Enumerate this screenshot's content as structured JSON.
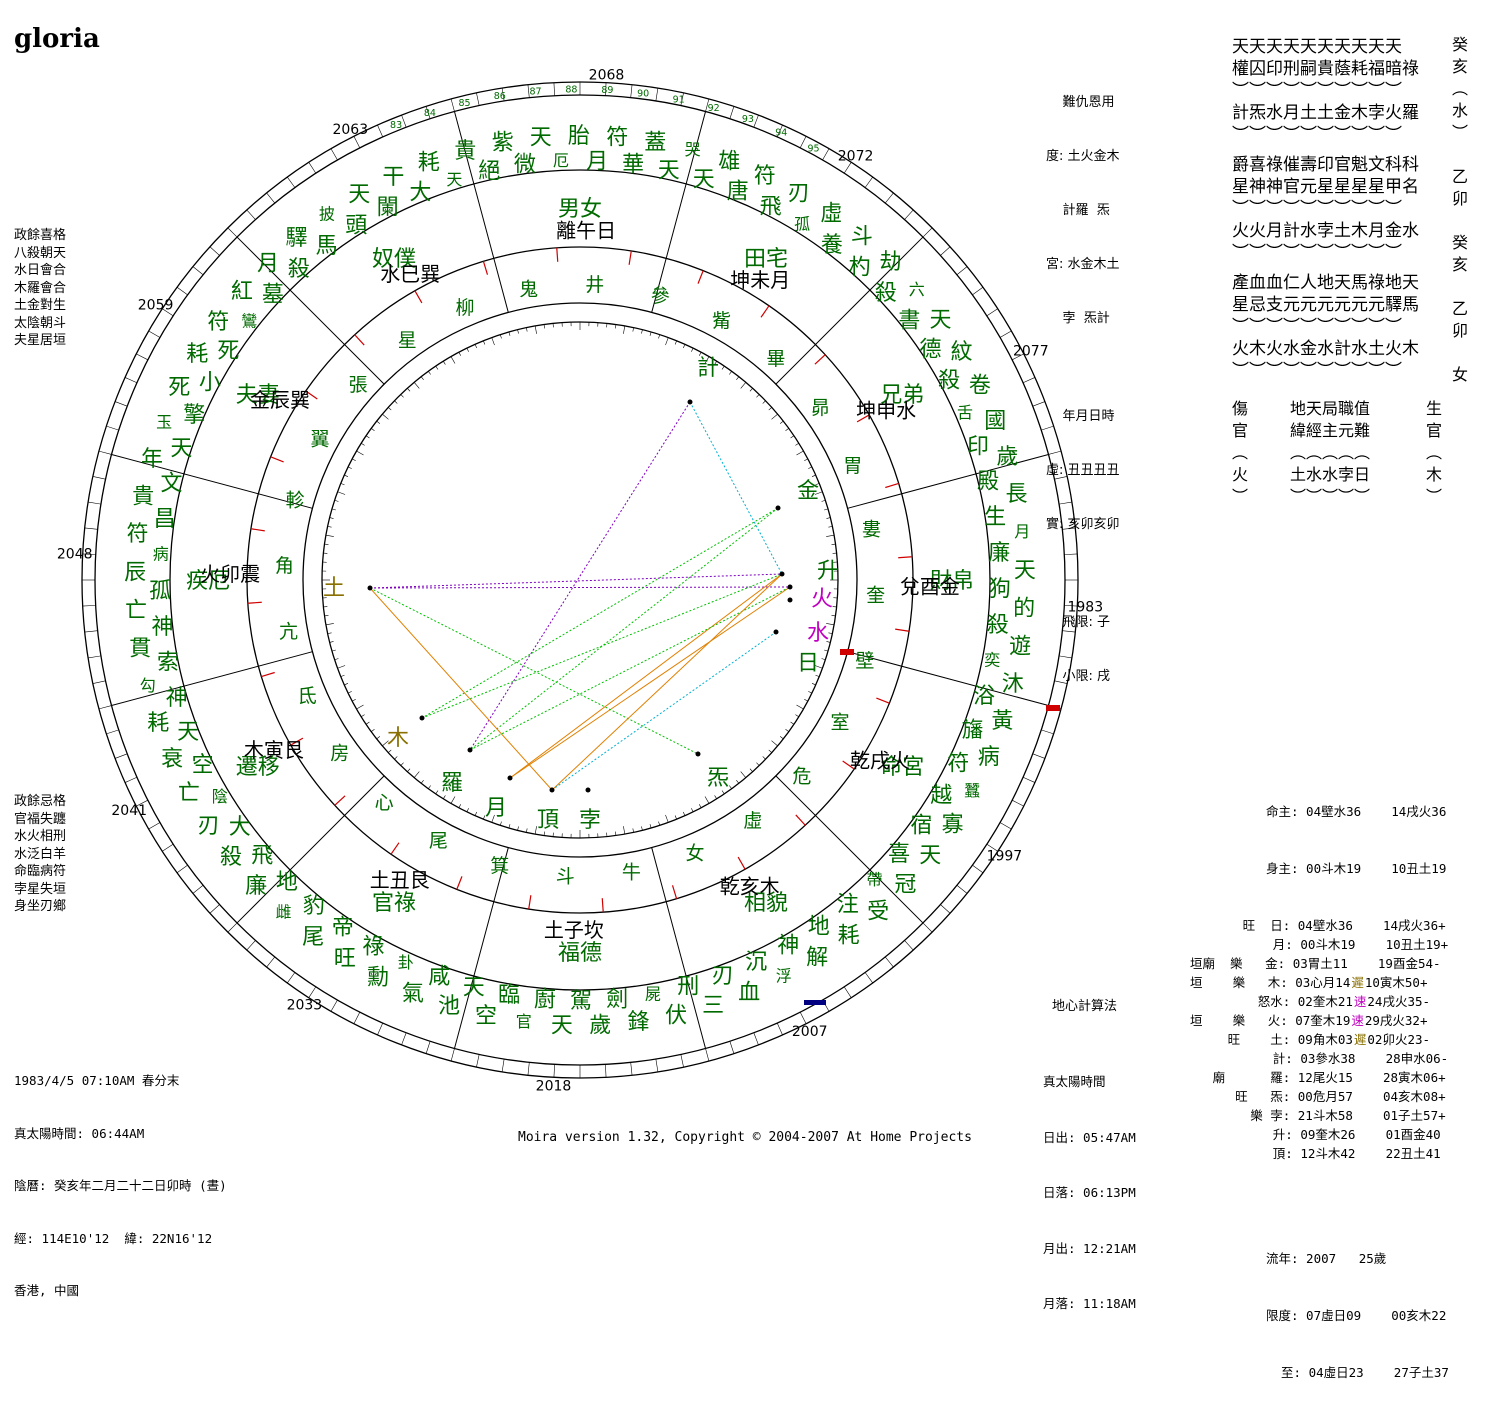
{
  "title": "gloria",
  "colors": {
    "green": "#006a00",
    "black": "#000000",
    "red": "#d00000",
    "magenta": "#c000c0",
    "olive": "#8a7000",
    "navy": "#000080"
  },
  "years": [
    "2068",
    "2072",
    "2077",
    "1983",
    "1997",
    "2007",
    "2018",
    "2033",
    "2041",
    "2048",
    "2059",
    "2063"
  ],
  "ages_top": [
    "83",
    "84",
    "85",
    "86",
    "87",
    "88",
    "89",
    "90",
    "91",
    "92",
    "93",
    "94",
    "95"
  ],
  "zodiac_ring": [
    {
      "name": "鬼"
    },
    {
      "name": "井"
    },
    {
      "name": "參"
    },
    {
      "name": "觜"
    },
    {
      "name": "畢"
    },
    {
      "name": "昴"
    },
    {
      "name": "胃"
    },
    {
      "name": "婁"
    },
    {
      "name": "奎"
    },
    {
      "name": "壁"
    },
    {
      "name": "室"
    },
    {
      "name": "危"
    },
    {
      "name": "虛"
    },
    {
      "name": "女"
    },
    {
      "name": "牛"
    },
    {
      "name": "斗"
    },
    {
      "name": "箕"
    },
    {
      "name": "尾"
    },
    {
      "name": "心"
    },
    {
      "name": "房"
    },
    {
      "name": "氐"
    },
    {
      "name": "亢"
    },
    {
      "name": "角"
    },
    {
      "name": "軫"
    },
    {
      "name": "翼"
    },
    {
      "name": "張"
    },
    {
      "name": "星"
    },
    {
      "name": "柳"
    }
  ],
  "houses": [
    {
      "palace": "男女",
      "branch": "離午日"
    },
    {
      "palace": "田宅",
      "branch": "坤未月"
    },
    {
      "palace": "兄弟",
      "branch": "坤申水"
    },
    {
      "palace": "財帛",
      "branch": "兌酉金"
    },
    {
      "palace": "命宮",
      "branch": "乾戌火"
    },
    {
      "palace": "相貌",
      "branch": "乾亥木"
    },
    {
      "palace": "福德",
      "branch": "土子坎"
    },
    {
      "palace": "官祿",
      "branch": "土丑艮"
    },
    {
      "palace": "遷移",
      "branch": "木寅艮"
    },
    {
      "palace": "疾厄",
      "branch": "火卯震"
    },
    {
      "palace": "夫妻",
      "branch": "金辰巽"
    },
    {
      "palace": "奴僕",
      "branch": "水巳巽"
    }
  ],
  "stars_outer": [
    "紫",
    "微",
    "天",
    "厄",
    "胎",
    "月",
    "符",
    "華",
    "蓋",
    "天",
    "哭",
    "天",
    "雄",
    "唐",
    "符",
    "飛",
    "刃",
    "孤",
    "虛",
    "養",
    "斗",
    "杓",
    "劫",
    "殺",
    "六",
    "書",
    "天",
    "德",
    "紋",
    "殺",
    "卷",
    "舌",
    "國",
    "印",
    "歲",
    "殿",
    "長",
    "生",
    "月",
    "廉",
    "天",
    "狗",
    "的",
    "殺",
    "遊",
    "奕",
    "沐",
    "浴",
    "黃",
    "旛",
    "病",
    "符",
    "蠶",
    "越",
    "寡",
    "宿",
    "天",
    "喜",
    "冠",
    "帶",
    "受",
    "注",
    "耗",
    "地",
    "解",
    "神",
    "浮",
    "沉",
    "血",
    "刃",
    "三",
    "刑",
    "伏",
    "屍",
    "鋒",
    "劍",
    "歲",
    "駕",
    "天",
    "廚",
    "官",
    "臨",
    "空",
    "天",
    "池",
    "咸",
    "氣",
    "卦",
    "勳",
    "祿",
    "旺",
    "帝",
    "尾",
    "豹",
    "雌",
    "地",
    "廉",
    "飛",
    "殺",
    "大",
    "刃",
    "陰",
    "亡",
    "空",
    "衰",
    "天",
    "耗",
    "神",
    "勾",
    "索",
    "貫",
    "神",
    "亡",
    "孤",
    "辰",
    "病",
    "符",
    "昌",
    "貴",
    "文",
    "年",
    "天",
    "玉",
    "擎",
    "死",
    "小",
    "耗",
    "死",
    "符",
    "鸞",
    "紅",
    "墓",
    "月",
    "殺",
    "驛",
    "馬",
    "披",
    "頭",
    "天",
    "闌",
    "干",
    "大",
    "耗",
    "天",
    "貴",
    "絕"
  ],
  "planets": [
    {
      "name": "計",
      "color": "green"
    },
    {
      "name": "金",
      "color": "green"
    },
    {
      "name": "升",
      "color": "green"
    },
    {
      "name": "火",
      "color": "magenta"
    },
    {
      "name": "水",
      "color": "magenta"
    },
    {
      "name": "日",
      "color": "green"
    },
    {
      "name": "土",
      "color": "olive"
    },
    {
      "name": "木",
      "color": "olive"
    },
    {
      "name": "羅",
      "color": "green"
    },
    {
      "name": "月",
      "color": "green"
    },
    {
      "name": "頂",
      "color": "green"
    },
    {
      "name": "孛",
      "color": "green"
    },
    {
      "name": "炁",
      "color": "green"
    }
  ],
  "left_top_list": [
    "政餘喜格",
    "八殺朝天",
    "水日會合",
    "木羅會合",
    "土金對生",
    "太陰朝斗",
    "夫星居垣"
  ],
  "left_bottom_list": [
    "政餘忌格",
    "官福失躔",
    "水火相刑",
    "水泛白羊",
    "命臨病符",
    "孛星失垣",
    "身坐刃鄉"
  ],
  "birth_info": {
    "line1": "1983/4/5 07:10AM 春分末",
    "line2": "真太陽時間: 06:44AM",
    "line3": "陰曆: 癸亥年二月二十二日卯時 (晝)",
    "line4": "經: 114E10'12  緯: 22N16'12",
    "line5": "香港, 中國"
  },
  "top_right_info": {
    "row1": "    難仇恩用",
    "row2": "度: 土火金木",
    "row3": "    計羅  炁",
    "row4": "宮: 水金木土",
    "row5": "    孛  炁計",
    "row6": "    年月日時",
    "row7": "虛: 丑丑丑丑",
    "row8": "實: 亥卯亥卯",
    "row9": "    飛限: 子",
    "row10": "    小限: 戌"
  },
  "right_table": {
    "rows": [
      "天天天天天天天天天天",
      "權囚印刑嗣貴蔭耗福暗祿",
      "︶︶︶︶︶︶︶︶︶︶",
      "計炁水月土土金木孛火羅",
      "︶︶︶︶︶︶︶︶︶︶",
      "爵喜祿催壽印官魁文科科",
      "星神神官元星星星星甲名",
      "︶︶︶︶︶︶︶︶︶︶",
      "火火月計水孛土木月金水",
      "︶︶︶︶︶︶︶︶︶︶",
      "產血血仁人地天馬祿地天",
      "星忌支元元元元元元驛馬",
      "︶︶︶︶︶︶︶︶︶︶",
      "火木火水金水計水土火木",
      "︶︶︶︶︶︶︶︶︶︶"
    ],
    "side_col": [
      "癸",
      "亥",
      "︵",
      "水",
      "︶",
      "",
      "乙",
      "卯",
      "",
      "癸",
      "亥",
      "",
      "乙",
      "卯",
      "",
      "女"
    ],
    "bottom_left": [
      "傷",
      "官",
      "︵",
      "火",
      "︶"
    ],
    "bottom_mid": [
      "地天局職值",
      "緯經主元難",
      "︵︵︵︵︵",
      "土水水孛日",
      "︶︶︶︶︶"
    ],
    "bottom_right": [
      "生",
      "官",
      "︵",
      "木",
      "︶"
    ]
  },
  "planet_table": {
    "header1": "命主: 04壁水36    14戌火36",
    "header2": "身主: 00斗木19    10丑土19",
    "rows": [
      {
        "pre": "       旺  ",
        "name": "日: 04壁水36",
        "pos": "14戌火36+"
      },
      {
        "pre": "           ",
        "name": "月: 00斗木19",
        "pos": "10丑土19+"
      },
      {
        "pre": "垣廟  樂   ",
        "name": "金: 03胃土11",
        "pos": "19酉金54-"
      },
      {
        "pre": "垣    樂   ",
        "name": "木: 03心月14",
        "mark": "遲",
        "pos": "10寅木50+"
      },
      {
        "pre": "         怒",
        "name": "水: 02奎木21",
        "mark": "速",
        "pos": "24戌火35-"
      },
      {
        "pre": "垣    樂   ",
        "name": "火: 07奎木19",
        "mark": "速",
        "pos": "29戌火32+"
      },
      {
        "pre": "     旺    ",
        "name": "土: 09角木03",
        "mark": "遲",
        "pos": "02卯火23-"
      },
      {
        "pre": "           ",
        "name": "計: 03參水38",
        "pos": "28申水06-"
      },
      {
        "pre": "   廟      ",
        "name": "羅: 12尾火15",
        "pos": "28寅木06+"
      },
      {
        "pre": "      旺   ",
        "name": "炁: 00危月57",
        "pos": "04亥木08+"
      },
      {
        "pre": "        樂 ",
        "name": "孛: 21斗木58",
        "pos": "01子土57+"
      },
      {
        "pre": "           ",
        "name": "升: 09奎木26",
        "pos": "01酉金40"
      },
      {
        "pre": "           ",
        "name": "頂: 12斗木42",
        "pos": "22丑土41"
      }
    ],
    "flow1": "流年: 2007   25歲",
    "flow2": "限度: 07虛日09    00亥木22",
    "flow3": "  至: 04虛日23    27子土37"
  },
  "method_label": "地心計算法",
  "sun_info": {
    "l0": "真太陽時間",
    "l1": "日出: 05:47AM",
    "l2": "日落: 06:13PM",
    "l3": "月出: 12:21AM",
    "l4": "月落: 11:18AM"
  },
  "footer": "Moira version 1.32, Copyright © 2004-2007 At Home Projects"
}
